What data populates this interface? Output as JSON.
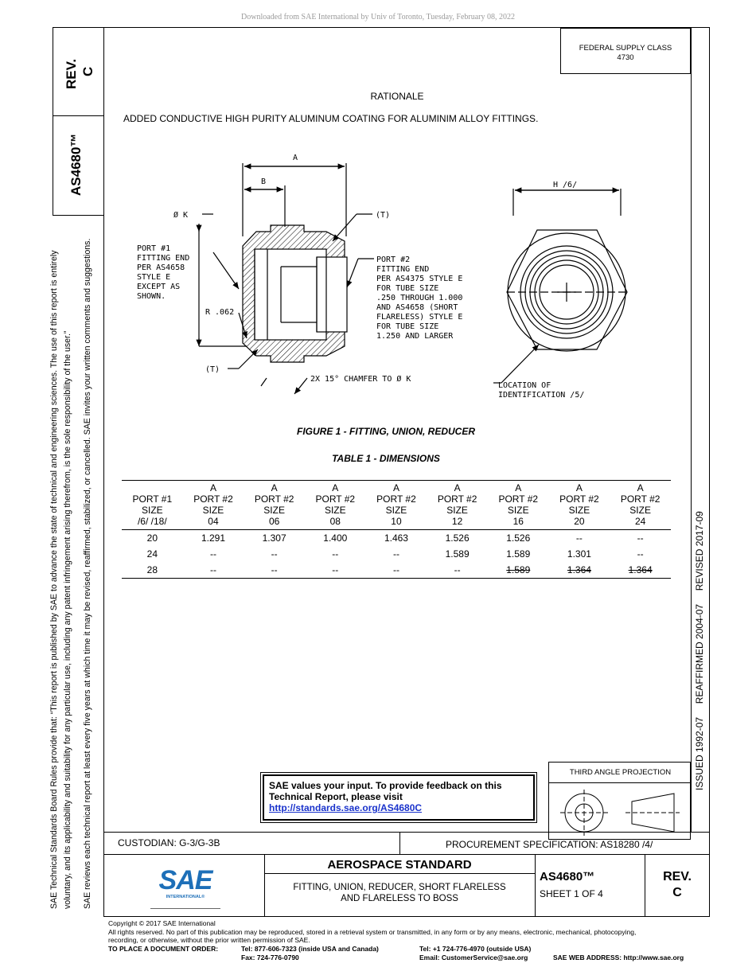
{
  "download_note": "Downloaded from SAE International by Univ of Toronto, Tuesday, February 08, 2022",
  "sidebar": {
    "rev_label": "REV.",
    "rev_value": "C",
    "doc_number": "AS4680™",
    "rules_line1": "SAE Technical Standards Board Rules provide that: “This report is published by SAE to advance the state of technical and engineering sciences. The use of this report is entirely",
    "rules_line2": "voluntary, and its applicability and suitability for any particular use, including any patent infringement arising therefrom, is the sole responsibility of the user.”",
    "rules_line3": "SAE reviews each technical report at least every five years at which time it may be revised, reaffirmed, stabilized, or cancelled. SAE invites your written comments and suggestions."
  },
  "federal_supply": {
    "label": "FEDERAL SUPPLY CLASS",
    "value": "4730"
  },
  "history": "ISSUED 1992-07     REAFFIRMED 2004-07     REVISED 2017-09",
  "rationale": {
    "heading": "RATIONALE",
    "text": "ADDED CONDUCTIVE HIGH PURITY ALUMINUM COATING FOR ALUMINIM ALLOY FITTINGS."
  },
  "drawing": {
    "dim_a": "A",
    "dim_b": "B",
    "dia_k": "Ø K",
    "t_top": "(T)",
    "t_bottom": "(T)",
    "port1": [
      "PORT #1",
      "FITTING END",
      "PER AS4658",
      "STYLE E",
      "EXCEPT AS",
      "SHOWN."
    ],
    "port2": [
      "PORT #2",
      "FITTING END",
      "PER AS4375 STYLE E",
      "FOR TUBE SIZE",
      ".250 THROUGH 1.000",
      "AND AS4658 (SHORT",
      "FLARELESS) STYLE E",
      "FOR TUBE SIZE",
      "1.250 AND LARGER"
    ],
    "radius": "R .062",
    "chamfer": "2X 15° CHAMFER TO Ø K",
    "hex": "H  /6/",
    "location": [
      "LOCATION OF",
      "IDENTIFICATION  /5/"
    ]
  },
  "figure_caption": "FIGURE 1 - FITTING, UNION, REDUCER",
  "table_caption": "TABLE 1 - DIMENSIONS",
  "table": {
    "headers": [
      [
        "",
        "PORT #1",
        "SIZE",
        "/6/ /18/"
      ],
      [
        "A",
        "PORT #2",
        "SIZE",
        "04"
      ],
      [
        "A",
        "PORT #2",
        "SIZE",
        "06"
      ],
      [
        "A",
        "PORT #2",
        "SIZE",
        "08"
      ],
      [
        "A",
        "PORT #2",
        "SIZE",
        "10"
      ],
      [
        "A",
        "PORT #2",
        "SIZE",
        "12"
      ],
      [
        "A",
        "PORT #2",
        "SIZE",
        "16"
      ],
      [
        "A",
        "PORT #2",
        "SIZE",
        "20"
      ],
      [
        "A",
        "PORT #2",
        "SIZE",
        "24"
      ]
    ],
    "rows": [
      [
        "20",
        "1.291",
        "1.307",
        "1.400",
        "1.463",
        "1.526",
        "1.526",
        "--",
        "--"
      ],
      [
        "24",
        "--",
        "--",
        "--",
        "--",
        "1.589",
        "1.589",
        "1.301",
        "--"
      ],
      [
        "28",
        "--",
        "--",
        "--",
        "--",
        "--",
        "1.589",
        "1.364",
        "1.364"
      ]
    ]
  },
  "feedback": {
    "line1": "SAE values your input. To provide feedback on this",
    "line2": "Technical Report, please visit",
    "link": "http://standards.sae.org/AS4680C"
  },
  "third_angle": "THIRD ANGLE PROJECTION",
  "custodian": "CUSTODIAN: G-3/G-3B",
  "procurement": "PROCUREMENT SPECIFICATION: AS18280 /4/",
  "logo": {
    "letters": "SAE",
    "sub": "INTERNATIONAL®"
  },
  "title_block": {
    "aero": "AEROSPACE STANDARD",
    "title_line1": "FITTING, UNION, REDUCER, SHORT FLARELESS",
    "title_line2": "AND FLARELESS TO BOSS",
    "doc": "AS4680™",
    "sheet": "SHEET 1 OF 4",
    "rev_label": "REV.",
    "rev_value": "C"
  },
  "footer": {
    "copyright": "Copyright © 2017 SAE International",
    "rights1": "All rights reserved. No part of this publication may be reproduced, stored in a retrieval system or transmitted, in any form or by any means, electronic, mechanical, photocopying,",
    "rights2": "recording, or otherwise, without the prior written permission of SAE.",
    "order_label": "TO PLACE A DOCUMENT ORDER:",
    "tel_us": "Tel: 877-606-7323 (inside USA and Canada)",
    "tel_out": "Tel: +1 724-776-4970 (outside USA)",
    "fax": "Fax: 724-776-0790",
    "email": "Email: CustomerService@sae.org",
    "web": "SAE WEB ADDRESS: http://www.sae.org"
  }
}
